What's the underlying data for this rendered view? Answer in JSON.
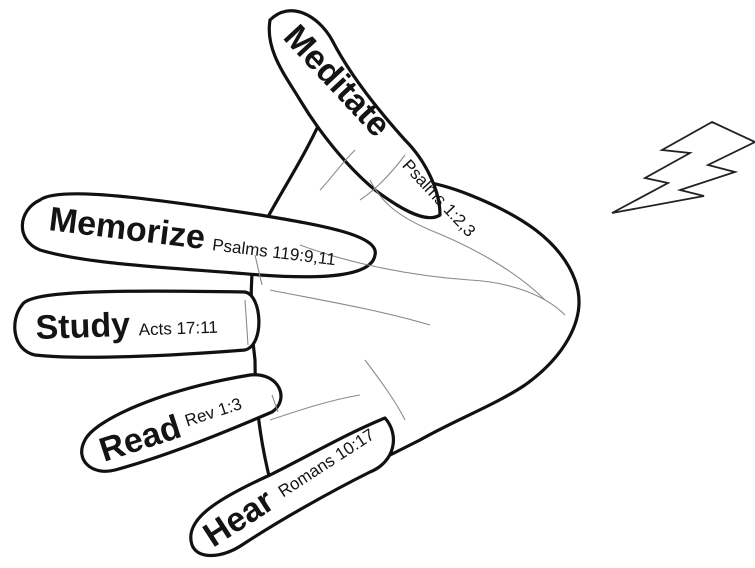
{
  "fingers": [
    {
      "id": "thumb",
      "word": "Hear",
      "reference": "Romans 10:17"
    },
    {
      "id": "index",
      "word": "Read",
      "reference": "Rev 1:3"
    },
    {
      "id": "middle",
      "word": "Study",
      "reference": "Acts 17:11"
    },
    {
      "id": "ring",
      "word": "Memorize",
      "reference": "Psalms 119:9,11"
    },
    {
      "id": "pinky",
      "word": "Meditate",
      "reference": "Psalms 1:2,3"
    }
  ],
  "icons": {
    "bolt": "lightning-bolt-icon",
    "hand": "hand-outline"
  }
}
